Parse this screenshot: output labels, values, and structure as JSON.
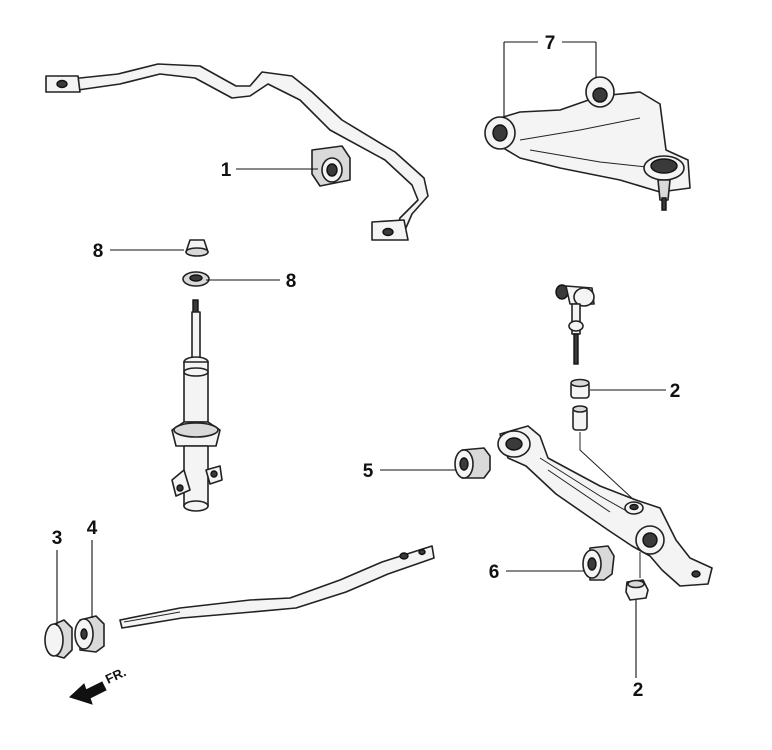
{
  "callouts": {
    "c1": "1",
    "c2_top": "2",
    "c2_bottom": "2",
    "c3": "3",
    "c4": "4",
    "c5": "5",
    "c6": "6",
    "c7": "7",
    "c8_top": "8",
    "c8_bottom": "8"
  },
  "direction_label": "FR."
}
